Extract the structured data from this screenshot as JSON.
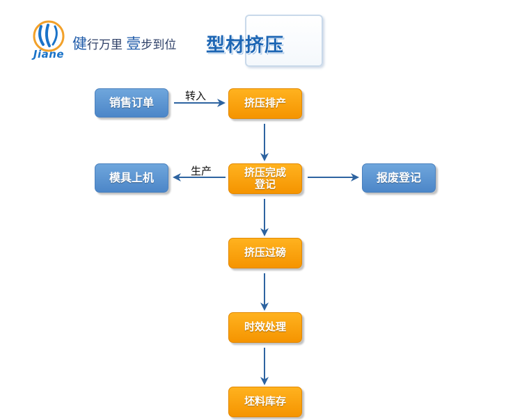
{
  "header": {
    "logo_text": "Jiane",
    "slogan_parts": [
      "健",
      "行万里 ",
      "壹",
      "步到位"
    ],
    "title": "型材挤压"
  },
  "flow": {
    "nodes": {
      "sales_order": "销售订单",
      "extrusion_schedule": "挤压排产",
      "mold_loading": "模具上机",
      "extrusion_complete": "挤压完成\n登记",
      "scrap_register": "报废登记",
      "extrusion_weighing": "挤压过磅",
      "aging_treatment": "时效处理",
      "blank_inventory": "坯料库存"
    },
    "edge_labels": {
      "transfer_in": "转入",
      "production": "生产"
    }
  },
  "colors": {
    "blue_box": "#4c86c8",
    "orange_box": "#f59400",
    "arrow": "#2d63a0"
  }
}
